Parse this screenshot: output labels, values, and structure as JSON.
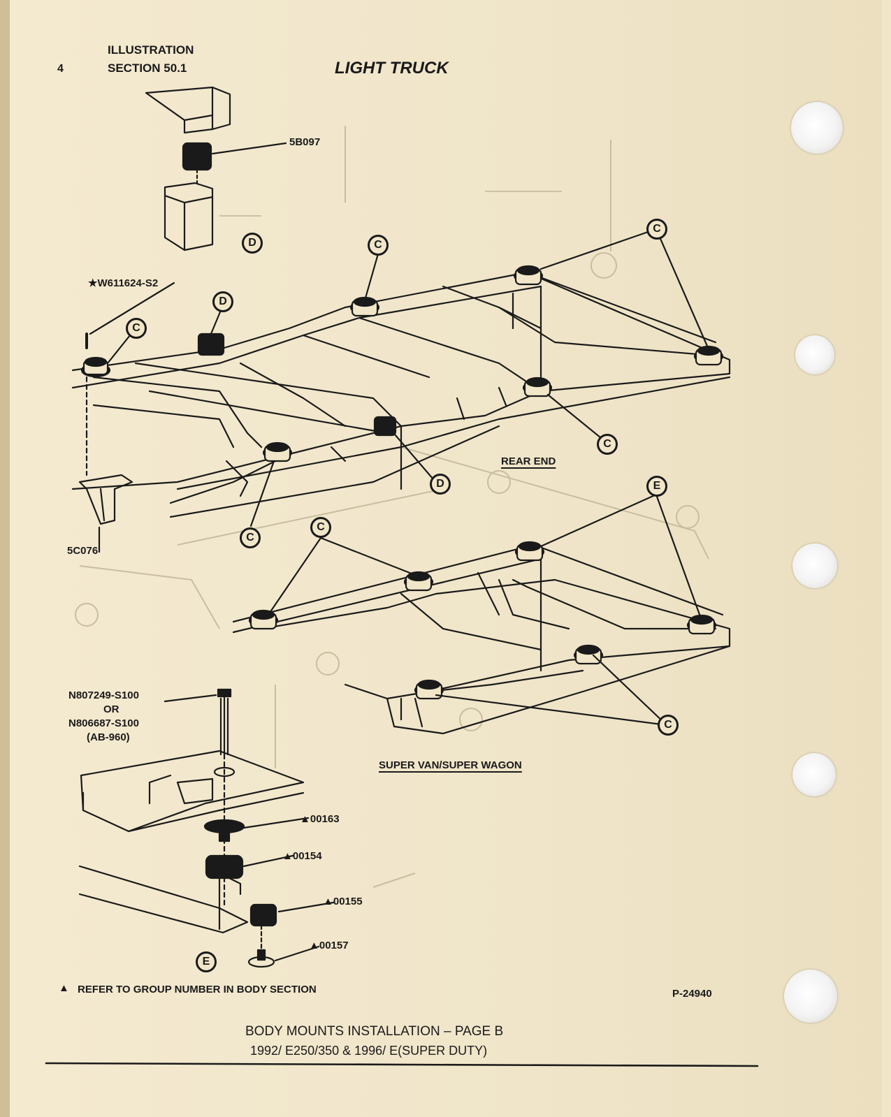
{
  "header": {
    "page_number": "4",
    "section_line1": "ILLUSTRATION",
    "section_line2": "SECTION 50.1",
    "title": "LIGHT TRUCK"
  },
  "parts": {
    "top_insulator": "5B097",
    "body_bolt": "★W611624-S2",
    "bracket": "5C076",
    "bolt_option_1": "N807249-S100",
    "bolt_or": "OR",
    "bolt_option_2": "N806687-S100",
    "bolt_spec": "(AB-960)",
    "washer": "▲00163",
    "upper_insulator": "▲00154",
    "lower_insulator": "▲00155",
    "retainer": "▲00157"
  },
  "callouts": {
    "c": "C",
    "d": "D",
    "e": "E"
  },
  "views": {
    "rear_end": "REAR END",
    "super_van": "SUPER VAN/SUPER WAGON"
  },
  "footer": {
    "note_symbol": "▲",
    "note": "REFER TO GROUP NUMBER IN BODY SECTION",
    "code": "P-24940",
    "caption_line1": "BODY MOUNTS INSTALLATION – PAGE B",
    "caption_line2": "1992/ E250/350 & 1996/ E(SUPER DUTY)"
  }
}
